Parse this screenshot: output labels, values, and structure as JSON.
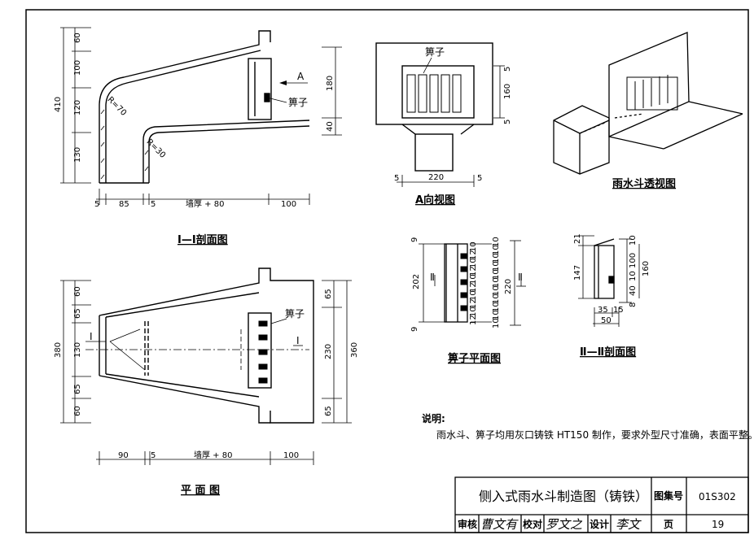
{
  "drawing": {
    "section1": {
      "caption": "Ⅰ—Ⅰ剖面图",
      "label_grate": "箅子",
      "label_arrow": "A",
      "radius_upper": "R=70",
      "radius_lower": "R=30",
      "dims_left": [
        "60",
        "100",
        "120",
        "130"
      ],
      "dim_total": "410",
      "dims_right": [
        "180",
        "40"
      ],
      "dims_bottom": [
        "5",
        "85",
        "5",
        "墙厚 + 80",
        "100"
      ]
    },
    "view_a": {
      "caption": "A向视图",
      "label_grate": "箅子",
      "dims_right": [
        "5",
        "160",
        "5"
      ],
      "dims_bottom": [
        "5",
        "220",
        "5"
      ]
    },
    "perspective": {
      "caption": "雨水斗透视图"
    },
    "plan": {
      "caption": "平 面 图",
      "label_grate": "箅子",
      "section_mark": "I",
      "dims_left": [
        "60",
        "65",
        "130",
        "65",
        "60"
      ],
      "dim_total": "380",
      "dims_right": [
        "65",
        "230",
        "65"
      ],
      "dim_total_right": "360",
      "dims_bottom": [
        "90",
        "5",
        "墙厚 + 80",
        "100"
      ]
    },
    "grate_plan": {
      "caption": "箅子平面图",
      "section_mark": "Ⅱ",
      "dims_left": [
        "9",
        "202",
        "9"
      ],
      "dims_right_col": [
        "10",
        "10",
        "10",
        "10",
        "10",
        "10",
        "10",
        "10",
        "10",
        "10",
        "10"
      ],
      "dim_total": "220",
      "dims_top_row": [
        "10",
        "12",
        "10",
        "12",
        "10",
        "12",
        "10",
        "12",
        "10",
        "12"
      ]
    },
    "grate_section": {
      "caption": "Ⅱ—Ⅱ剖面图",
      "dims_left": [
        "21",
        "147"
      ],
      "dims_right": [
        "10",
        "100",
        "10",
        "40",
        "8"
      ],
      "dim_total": "160",
      "dims_bottom": [
        "35",
        "15",
        "50"
      ]
    }
  },
  "notes": {
    "heading": "说明:",
    "text": "雨水斗、箅子均用灰口铸铁 HT150 制作，要求外型尺寸准确，表面平整。"
  },
  "title_block": {
    "title": "侧入式雨水斗制造图（铸铁）",
    "atlas_label": "图集号",
    "atlas_no": "01S302",
    "review_label": "审核",
    "review_sign": "曹文有",
    "check_label": "校对",
    "check_sign": "罗文之",
    "design_label": "设计",
    "design_sign": "李文",
    "page_label": "页",
    "page_no": "19"
  }
}
